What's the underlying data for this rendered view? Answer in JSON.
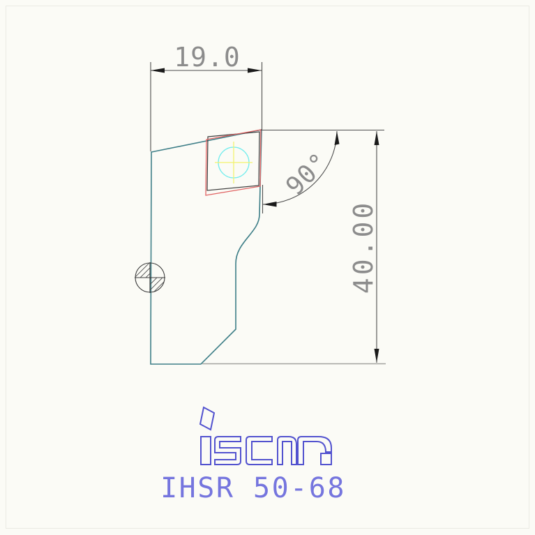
{
  "drawing": {
    "part_number": "IHSR 50-68",
    "logo_text": "iscar",
    "dimensions": {
      "width_label": "19.0",
      "height_label": "40.00",
      "angle_label": "90°"
    }
  },
  "colors": {
    "background": "#fbfbf6",
    "frame": "#eaeae4",
    "body_outline": "#3d7e87",
    "insert_red": "#e06262",
    "insert_dark": "#3a3a3a",
    "circle_cyan": "#72eded",
    "cross_yellow": "#f2f26e",
    "dim_line": "#4d4d4d",
    "dim_text": "#8c8c8c",
    "logo_blue": "#5252cf",
    "part_text_blue": "#7575de"
  }
}
